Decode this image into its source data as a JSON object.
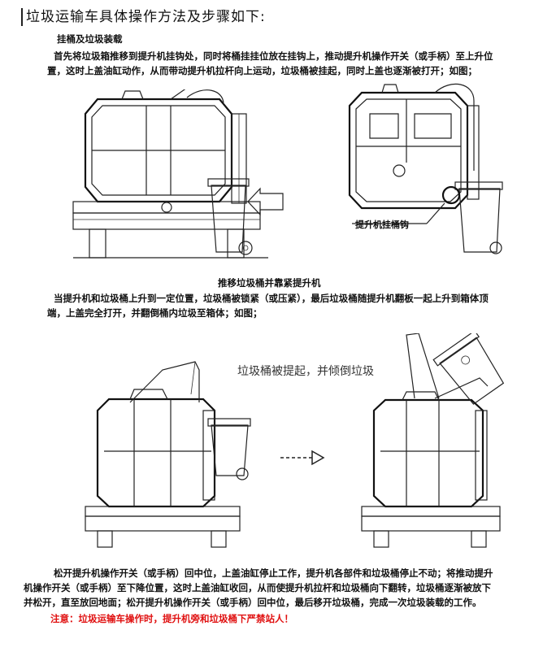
{
  "doc": {
    "title": "垃圾运输车具体操作方法及步骤如下:",
    "section1": {
      "heading": "挂桶及垃圾装载",
      "para_line1": "首先将垃圾箱推移到提升机挂钩处，同时将桶挂挂位放在挂钩上，推动提升机操作开关（或手柄）至上升位",
      "para_line2": "置，这时上盖油缸动作，从而带动提升机拉杆向上运动，垃圾桶被挂起，同时上盖也逐渐被打开；如图；",
      "fig_label": "提升机挂桶钩"
    },
    "section2": {
      "heading": "推移垃圾桶并靠紧提升机",
      "para_line1": "当提升机和垃圾桶上升到一定位置，垃圾桶被锁紧（或压紧），最后垃圾桶随提升机翻板一起上升到箱体顶",
      "para_line2": "端，上盖完全打开，并翻倒桶内垃圾至箱体；如图；",
      "fig_caption": "垃圾桶被提起，并倾倒垃圾"
    },
    "section3": {
      "para_line1": "松开提升机操作开关（或手柄）回中位，上盖油缸停止工作，提升机各部件和垃圾桶停止不动；将推动提升",
      "para_line2": "机操作开关（或手柄）至下降位置，这时上盖油缸收回，从而使提升机拉杆和垃圾桶向下翻转，垃圾桶逐渐被放下",
      "para_line3": "并松开，直至放回地面；松开提升机操作开关（或手柄）回中位，最后移开垃圾桶，完成一次垃圾装载的工作。",
      "warning": "注意：垃圾运输车操作时，提升机旁和垃圾桶下严禁站人！"
    }
  }
}
